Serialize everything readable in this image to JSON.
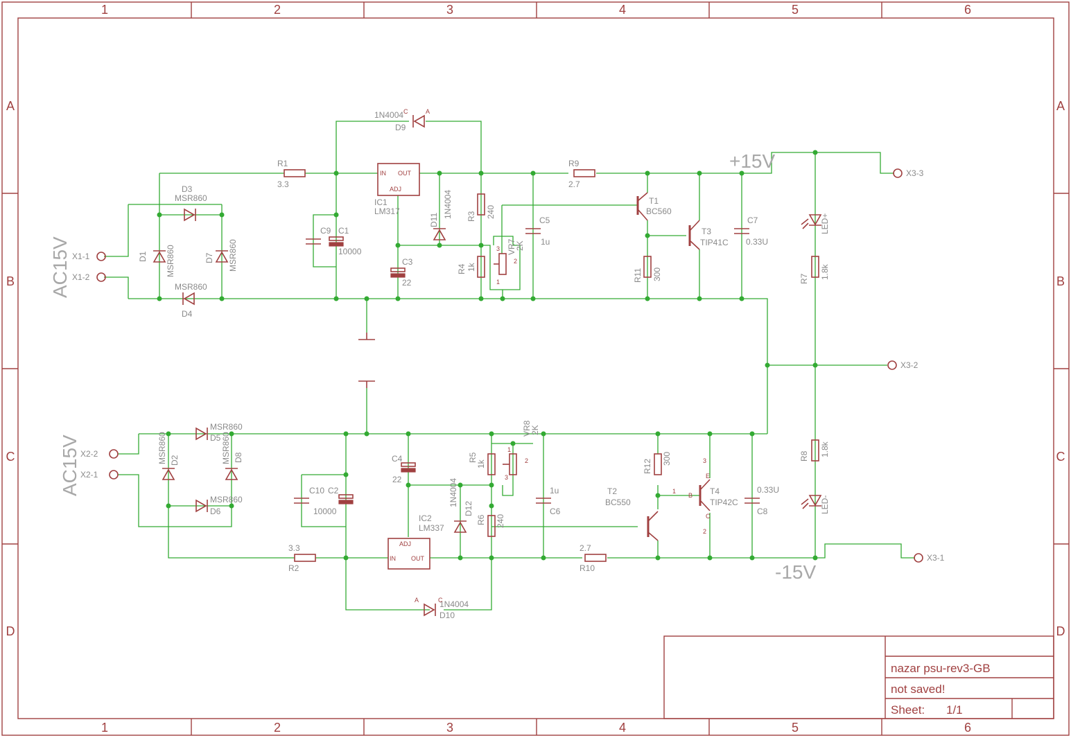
{
  "frame": {
    "columns": [
      "1",
      "2",
      "3",
      "4",
      "5",
      "6"
    ],
    "rows": [
      "A",
      "B",
      "C",
      "D"
    ]
  },
  "title_block": {
    "title": "nazar psu-rev3-GB",
    "status": "not saved!",
    "sheet_label": "Sheet:",
    "sheet_value": "1/1"
  },
  "rails": {
    "positive": "+15V",
    "negative": "-15V",
    "ac_top": "AC15V",
    "ac_bottom": "AC15V"
  },
  "connectors": {
    "x1_1": "X1-1",
    "x1_2": "X1-2",
    "x2_1": "X2-1",
    "x2_2": "X2-2",
    "x3_1": "X3-1",
    "x3_2": "X3-2",
    "x3_3": "X3-3"
  },
  "parts": {
    "r1": "R1",
    "r1_val": "3.3",
    "r2": "R2",
    "r2_val": "3.3",
    "r3": "R3",
    "r3_val": "240",
    "r4": "R4",
    "r4_val": "1k",
    "r5": "R5",
    "r5_val": "1k",
    "r6": "R6",
    "r6_val": "240",
    "r7": "R7",
    "r7_val": "1.8k",
    "r8": "R8",
    "r8_val": "1.8k",
    "r9": "R9",
    "r9_val": "2.7",
    "r10": "R10",
    "r10_val": "2.7",
    "r11": "R11",
    "r11_val": "300",
    "r12": "R12",
    "r12_val": "300",
    "vr7": "VR7",
    "vr7_val": "2K",
    "vr8": "VR8",
    "vr8_val": "2K",
    "c1": "C1",
    "c1_val": "10000",
    "c2": "C2",
    "c2_val": "10000",
    "c3": "C3",
    "c3_val": "22",
    "c4": "C4",
    "c4_val": "22",
    "c5": "C5",
    "c5_val": "1u",
    "c6": "C6",
    "c6_val": "1u",
    "c7": "C7",
    "c7_val": "0.33U",
    "c8": "C8",
    "c8_val": "0.33U",
    "c9": "C9",
    "c10": "C10",
    "ic1": "IC1",
    "ic1_val": "LM317",
    "ic2": "IC2",
    "ic2_val": "LM337",
    "pin_in": "IN",
    "pin_out": "OUT",
    "pin_adj": "ADJ",
    "t1": "T1",
    "t1_val": "BC560",
    "t2": "T2",
    "t2_val": "BC550",
    "t3": "T3",
    "t3_val": "TIP41C",
    "t4": "T4",
    "t4_val": "TIP42C",
    "d1": "D1",
    "d2": "D2",
    "d3": "D3",
    "d4": "D4",
    "d5": "D5",
    "d6": "D6",
    "d7": "D7",
    "d8": "D8",
    "d9": "D9",
    "d10": "D10",
    "d11": "D11",
    "d12": "D12",
    "msr": "MSR860",
    "n4004": "1N4004",
    "led_p": "LED+",
    "led_m": "LED-",
    "pin_a": "A",
    "pin_c": "C",
    "pin_1": "1",
    "pin_2": "2",
    "pin_3": "3",
    "pin_b": "B",
    "pin_e": "E"
  }
}
